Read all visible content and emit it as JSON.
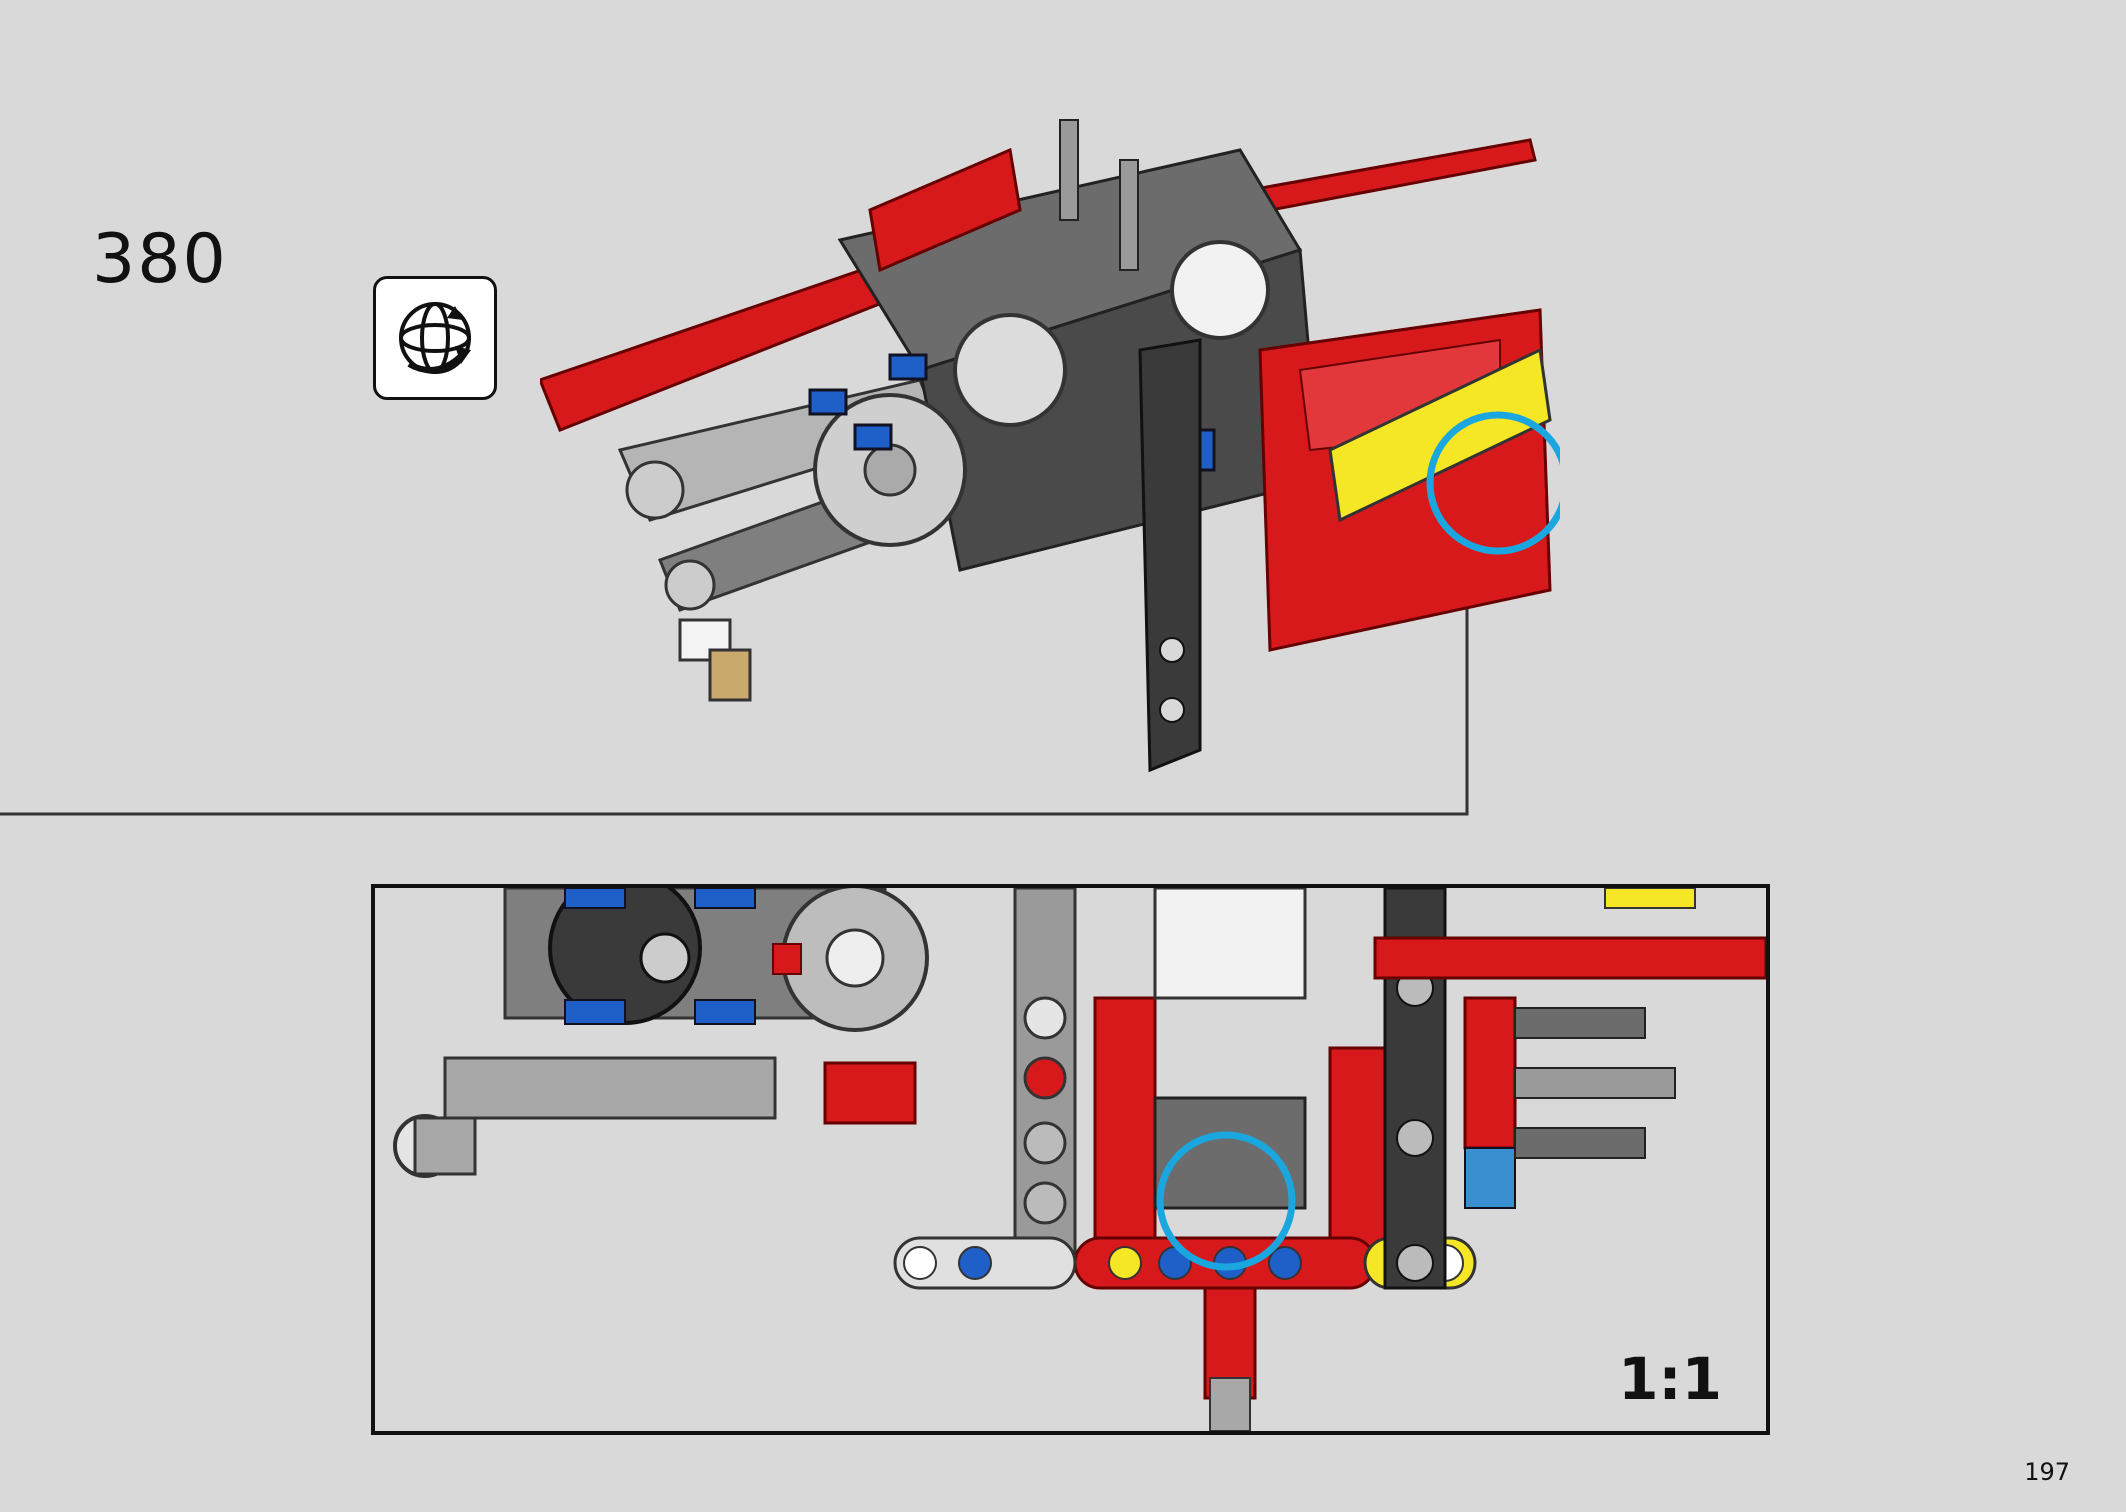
{
  "step": {
    "number": "380"
  },
  "rotate_icon": {
    "icon": "rotate-model-icon"
  },
  "subassembly": {
    "scale": "1:1"
  },
  "page": {
    "number": "197"
  },
  "colors": {
    "background": "#d9d9d9",
    "red": "#d7191c",
    "yellow": "#f5e626",
    "blue": "#1f5fc8",
    "dark_gray": "#3a3a3a",
    "light_gray": "#a8a8a8",
    "highlight_circle": "#1aa7e0"
  }
}
